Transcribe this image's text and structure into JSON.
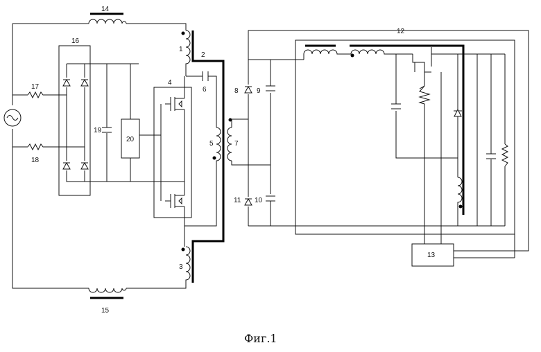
{
  "caption": "Фиг.1",
  "labels": {
    "n1": "1",
    "n2": "2",
    "n3": "3",
    "n4": "4",
    "n5": "5",
    "n6": "6",
    "n7": "7",
    "n8": "8",
    "n9": "9",
    "n10": "10",
    "n11": "11",
    "n12": "12",
    "n13": "13",
    "n14": "14",
    "n15": "15",
    "n16": "16",
    "n17": "17",
    "n18": "18",
    "n19": "19",
    "n20": "20"
  }
}
